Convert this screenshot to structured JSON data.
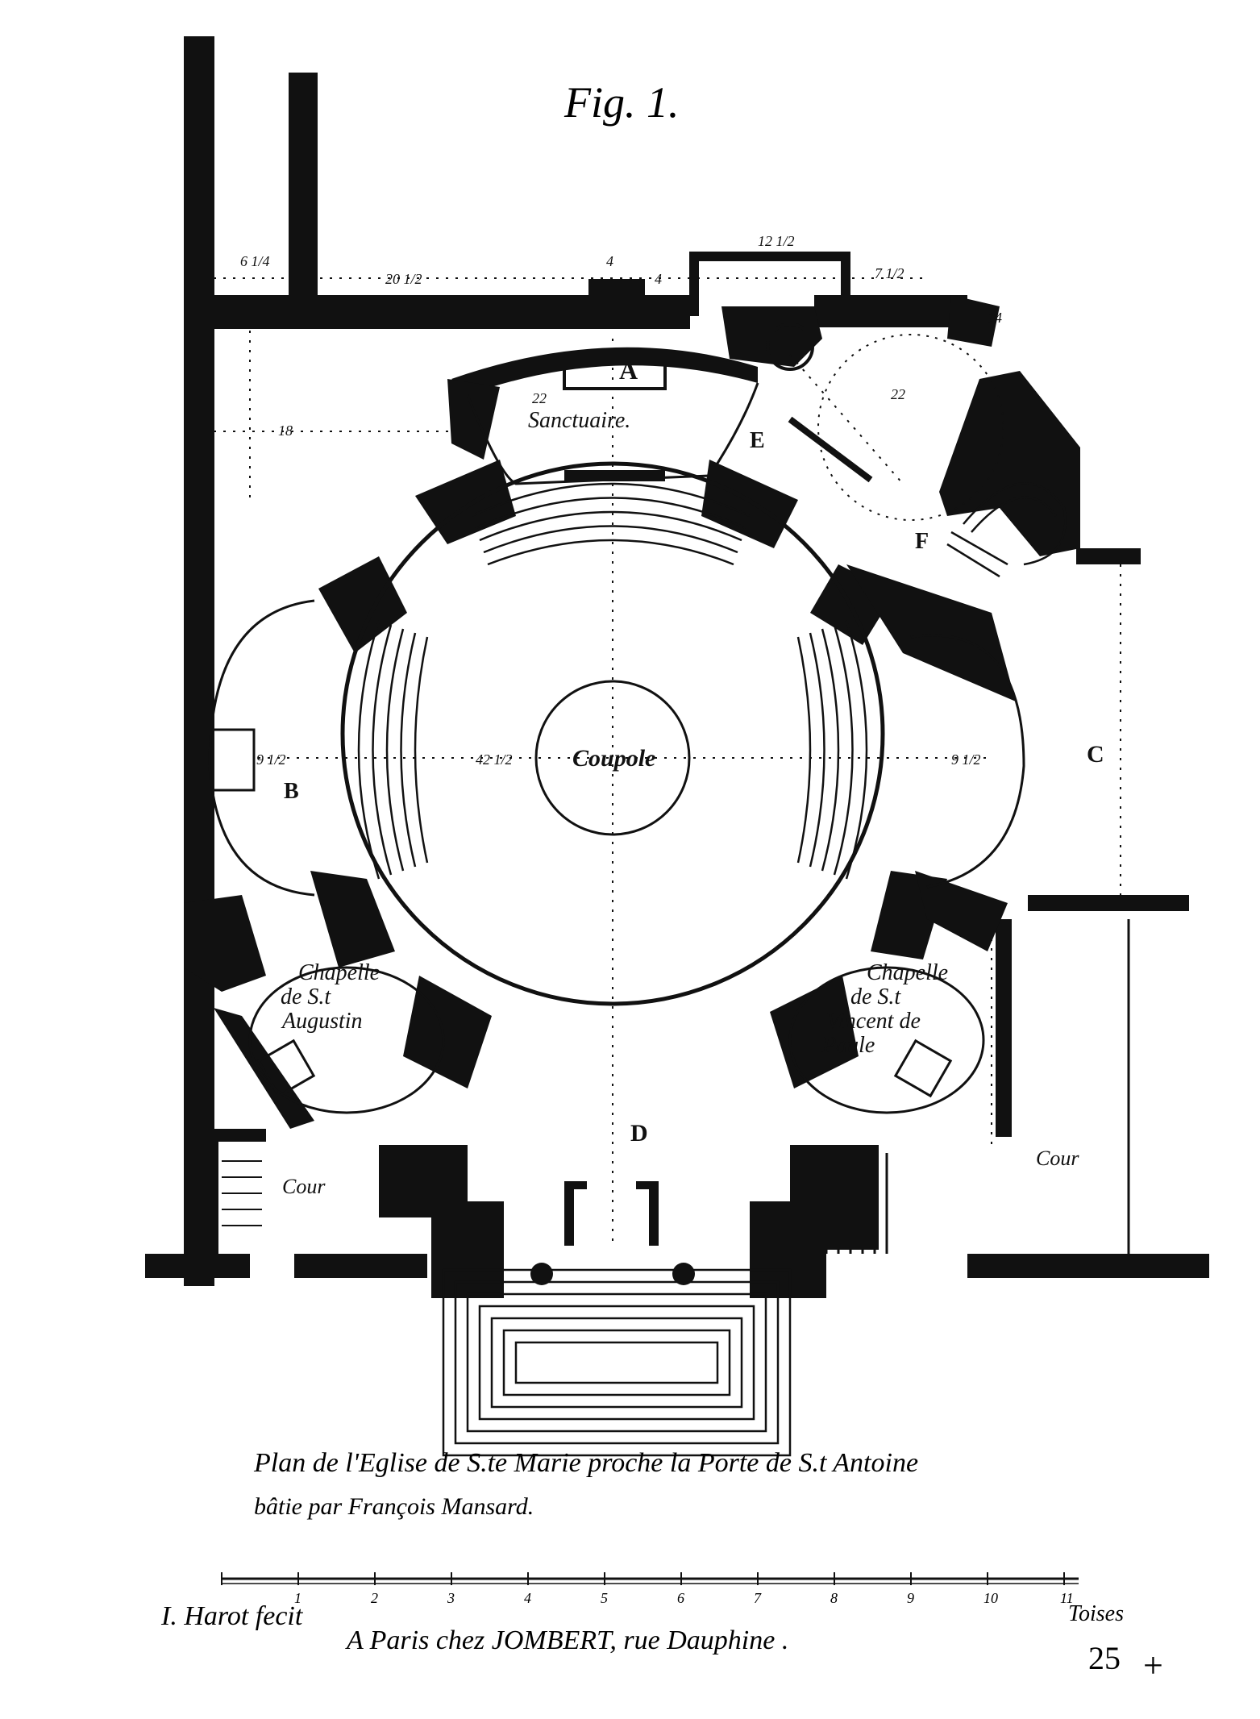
{
  "figure_label": "Fig. 1.",
  "labels": {
    "A": "A",
    "sanctuaire": "Sanctuaire.",
    "E": "E",
    "F": "F",
    "coupole": "Coupole",
    "B": "B",
    "C": "C",
    "D": "D",
    "chapelle_left_1": "Chapelle",
    "chapelle_left_2": "de S.t",
    "chapelle_left_3": "Augustin",
    "chapelle_right_1": "Chapelle",
    "chapelle_right_2": "de S.t",
    "chapelle_right_3": "Vincent de",
    "chapelle_right_4": "Paule",
    "cour_left": "Cour",
    "cour_right": "Cour"
  },
  "dimensions": [
    "6 1/4",
    "20 1/2",
    "4",
    "12 1/2",
    "4",
    "7 1/2",
    "42 1/2",
    "9 1/2",
    "9 1/2",
    "14",
    "22",
    "18",
    "22"
  ],
  "caption": {
    "line1": "Plan de l'Eglise de S.te Marie proche la Porte de S.t Antoine",
    "line2": "bâtie par François Mansard."
  },
  "scale": {
    "ticks": [
      "1",
      "2",
      "3",
      "4",
      "5",
      "6",
      "7",
      "8",
      "9",
      "10",
      "11"
    ],
    "unit": "Toises"
  },
  "credits": {
    "engraver": "I. Harot fecit",
    "publisher": "A Paris chez JOMBERT, rue Dauphine .",
    "plate_number": "25"
  },
  "colors": {
    "ink": "#111111",
    "paper": "#ffffff"
  }
}
